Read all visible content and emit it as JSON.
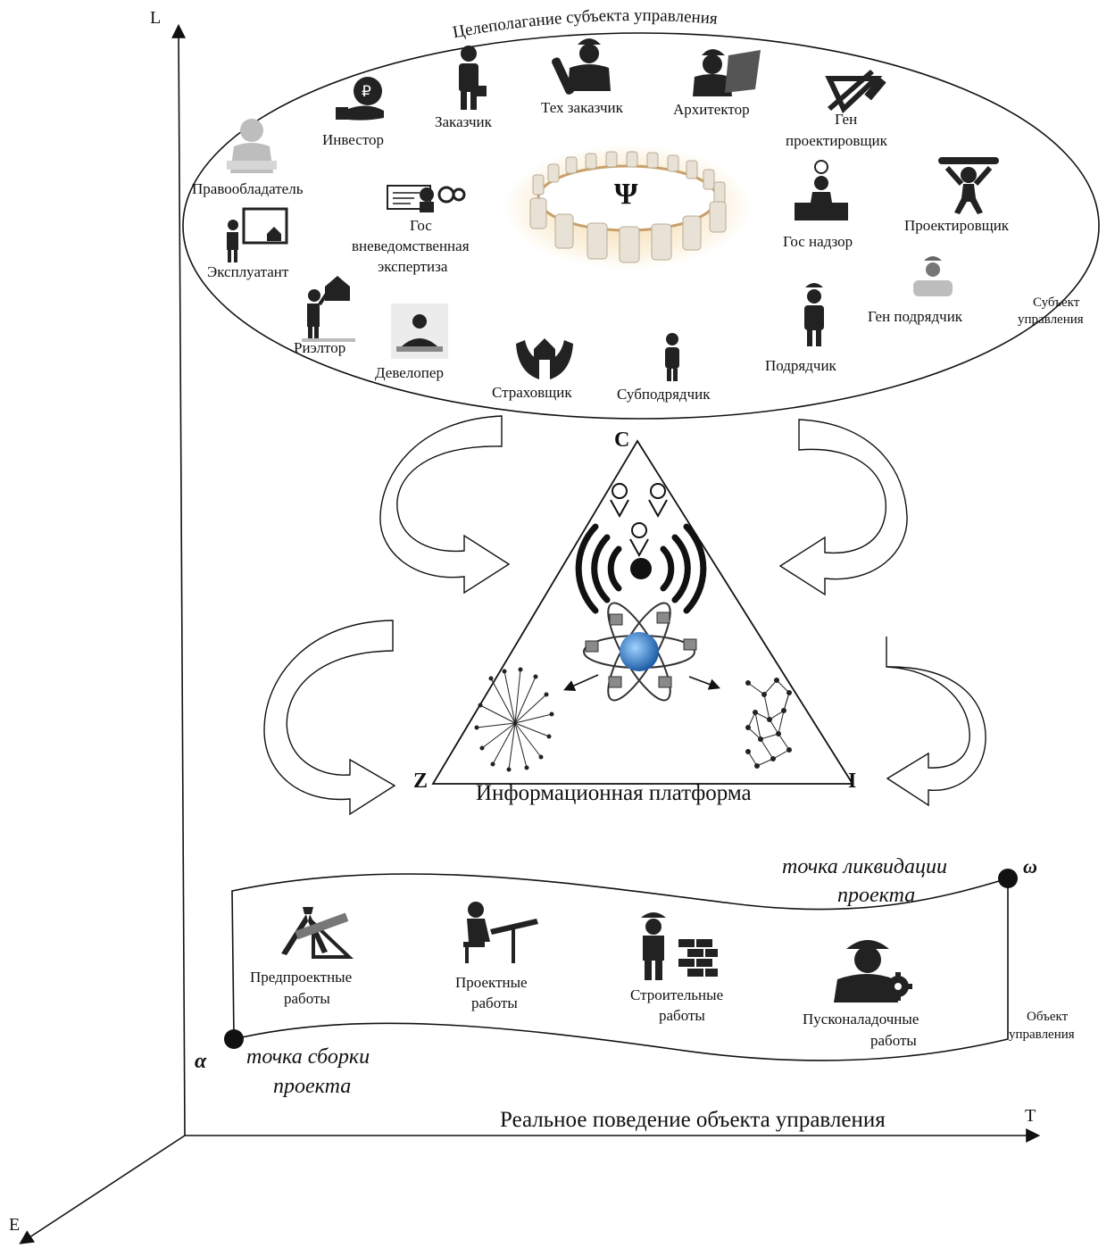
{
  "axes": {
    "vertical": "L",
    "horizontal": "T",
    "depth": "E"
  },
  "subject": {
    "goal_title": "Целеполагание субъекта управления",
    "caption": [
      "Субъект",
      "управления"
    ],
    "center_symbol": "Ψ",
    "actors": {
      "rightsholder": "Правообладатель",
      "investor": "Инвестор",
      "customer": "Заказчик",
      "tech_customer": "Тех заказчик",
      "architect": "Архитектор",
      "gen_designer": [
        "Ген",
        "проектировщик"
      ],
      "designer": "Проектировщик",
      "gov_supervision": "Гос надзор",
      "gen_contractor": "Ген подрядчик",
      "contractor": "Подрядчик",
      "subcontractor": "Субподрядчик",
      "insurer": "Страховщик",
      "developer": "Девелопер",
      "realtor": "Риэлтор",
      "operator": "Эксплуатант",
      "expertise": [
        "Гос",
        "вневедомственная",
        "экспертиза"
      ]
    }
  },
  "platform": {
    "title": "Информационная платформа",
    "vertex_top": "C",
    "vertex_left": "Z",
    "vertex_right": "I"
  },
  "object": {
    "caption": [
      "Объект",
      "управления"
    ],
    "start_point": [
      "точка сборки",
      "проекта"
    ],
    "end_point": [
      "точка ликвидации",
      "проекта"
    ],
    "alpha": "α",
    "omega": "ω",
    "stages": {
      "preproject": [
        "Предпроектные",
        "работы"
      ],
      "project": [
        "Проектные",
        "работы"
      ],
      "construction": [
        "Строительные",
        "работы"
      ],
      "commissioning": [
        "Пусконаладочные",
        "работы"
      ]
    }
  },
  "real_behavior": "Реальное поведение объекта управления"
}
